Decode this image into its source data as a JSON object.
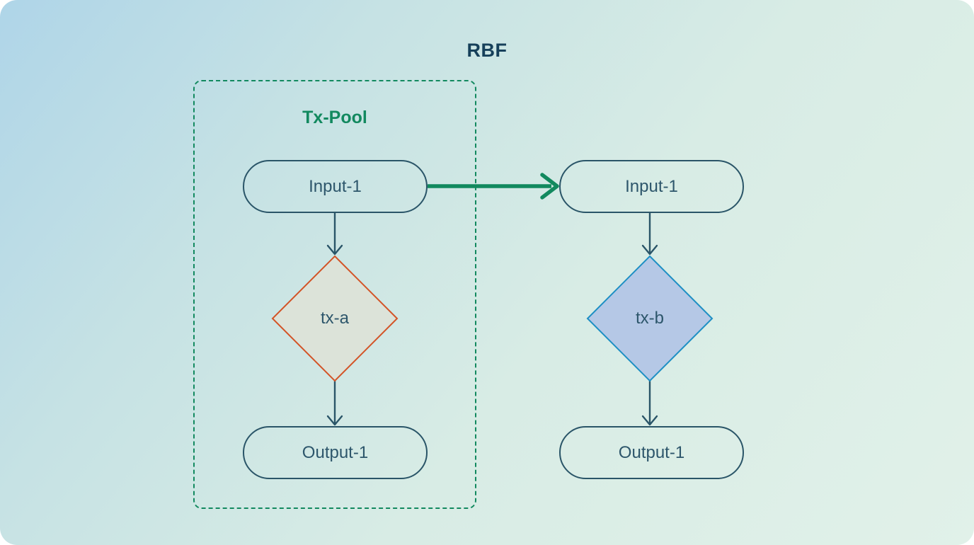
{
  "page": {
    "title": "RBF"
  },
  "tx_pool": {
    "label": "Tx-Pool"
  },
  "left_flow": {
    "input": "Input-1",
    "tx": "tx-a",
    "output": "Output-1"
  },
  "right_flow": {
    "input": "Input-1",
    "tx": "tx-b",
    "output": "Output-1"
  },
  "colors": {
    "background_top_left": "#afd5e8",
    "background_bottom_right": "#e1f1e9",
    "pool_border_green": "#12895f",
    "rbf_arrow_green": "#11895e",
    "node_border_navy": "#2a5568",
    "node_text_navy": "#2d566b",
    "title_navy": "#16405a",
    "tx_a_border_orange": "#d35427",
    "tx_a_fill": "#dce3d9",
    "tx_b_border_blue": "#1e8fc4",
    "tx_b_fill": "#b5c8e6"
  }
}
